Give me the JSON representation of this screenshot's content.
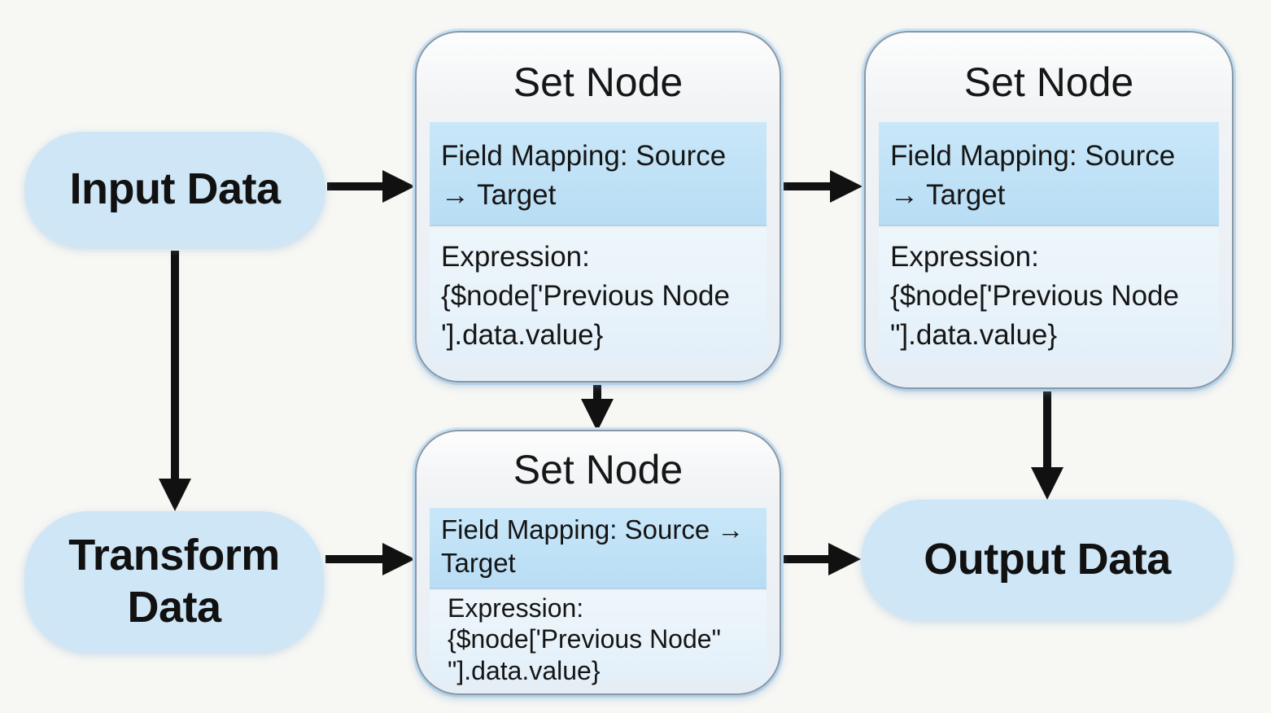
{
  "nodes": {
    "input": {
      "label": "Input Data"
    },
    "transform": {
      "label": "Transform Data"
    },
    "output": {
      "label": "Output Data"
    },
    "set_a": {
      "title": "Set Node",
      "mapping": [
        "Field Mapping: Source",
        "→ Target"
      ],
      "expression": [
        "Expression:",
        "{$node['Previous Node",
        "'].data.value}"
      ]
    },
    "set_b": {
      "title": "Set Node",
      "mapping": [
        "Field Mapping: Source",
        "→ Target"
      ],
      "expression": [
        "Expression:",
        "{$node['Previous Node",
        "\"].data.value}"
      ]
    },
    "set_c": {
      "title": "Set Node",
      "mapping": [
        "Field Mapping: Source →",
        "Target"
      ],
      "expression": [
        "Expression:",
        "{$node['Previous Node\"",
        "\"].data.value}"
      ]
    }
  },
  "colors": {
    "pill_fill": "#cfe6f6",
    "mapping_band": "#bfe1f6",
    "arrow": "#111111"
  }
}
